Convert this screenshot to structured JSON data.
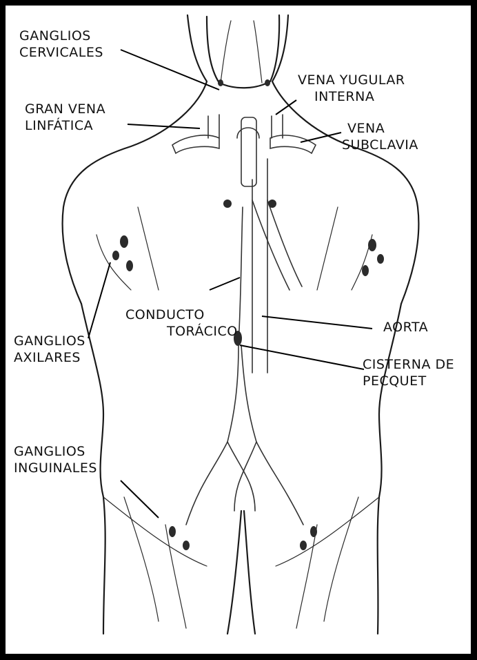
{
  "labels": {
    "ganglios_cervicales": [
      "GANGLIOS",
      "CERVICALES"
    ],
    "gran_vena_linfatica": [
      "GRAN VENA",
      "LINFÁTICA"
    ],
    "vena_yugular_interna": [
      "VENA YUGULAR",
      "INTERNA"
    ],
    "vena_subclavia": [
      "VENA",
      "SUBCLAVIA"
    ],
    "conducto_toracico": [
      "CONDUCTO",
      "TORÁCICO"
    ],
    "aorta": "AORTA",
    "ganglios_axilares": [
      "GANGLIOS",
      "AXILARES"
    ],
    "cisterna_de_pecquet": [
      "CISTERNA DE",
      "PECQUET"
    ],
    "ganglios_inguinales": [
      "GANGLIOS",
      "INGUINALES"
    ]
  },
  "colors": {
    "ink": "#000000",
    "background": "#ffffff",
    "frame": "#000000"
  }
}
